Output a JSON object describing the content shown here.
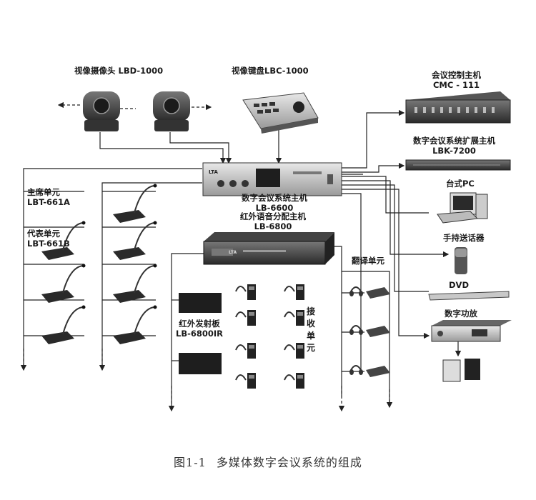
{
  "labels": {
    "camera": "视像摄像头 LBD-1000",
    "keyboard": "视像键盘LBC-1000",
    "control_host": {
      "name": "会议控制主机",
      "model": "CMC - 111"
    },
    "expansion_host": {
      "name": "数字会议系统扩展主机",
      "model": "LBK-7200"
    },
    "main_host": {
      "name": "数字会议系统主机",
      "model": "LB-6600"
    },
    "ir_host": {
      "name": "红外语音分配主机",
      "model": "LB-6800"
    },
    "pc": "台式PC",
    "handheld": "手持送话器",
    "dvd": "DVD",
    "amplifier": "数字功放",
    "chairman": {
      "name": "主席单元",
      "model": "LBT-661A"
    },
    "delegate": {
      "name": "代表单元",
      "model": "LBT-661B"
    },
    "translation": "翻译单元",
    "ir_emitter": {
      "name": "红外发射板",
      "model": "LB-6800IR"
    },
    "receiver": "接收单元"
  },
  "device_badge": "LTA",
  "caption": {
    "figure": "图1-1",
    "title": "多媒体数字会议系统的组成"
  }
}
